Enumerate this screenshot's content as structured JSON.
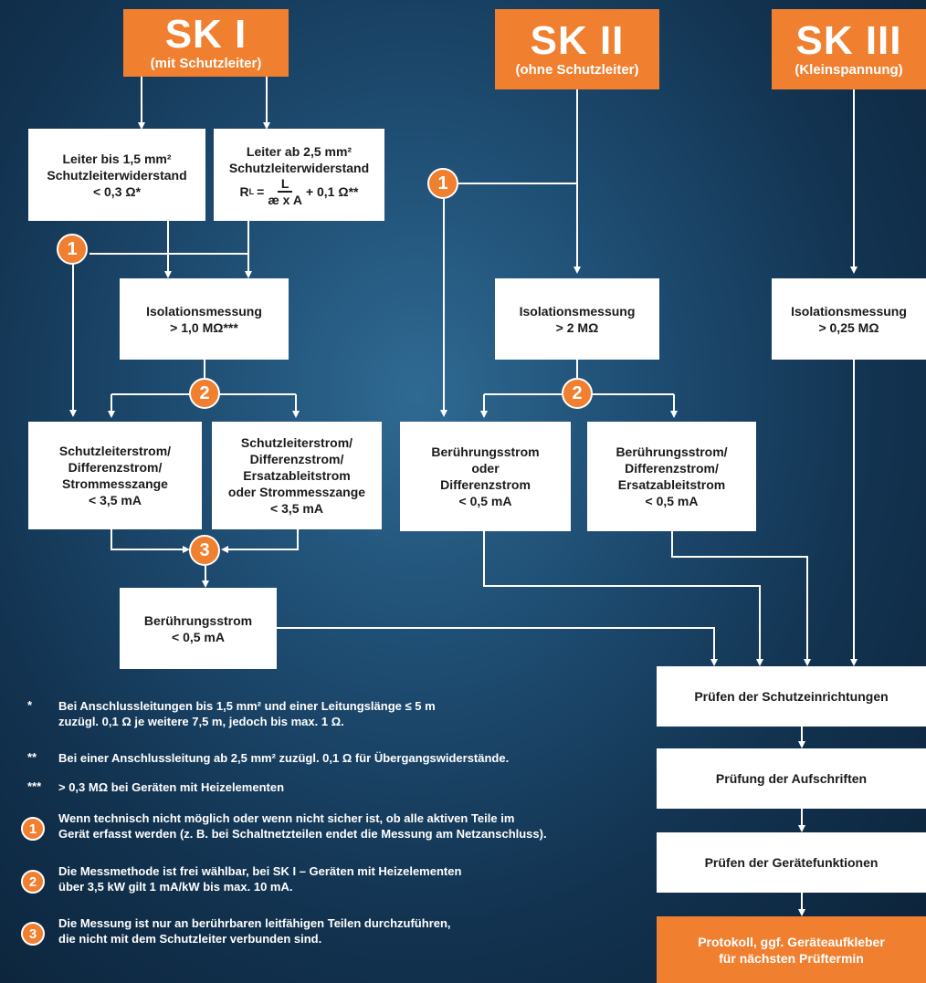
{
  "headers": {
    "sk1": {
      "title": "SK I",
      "sub": "(mit Schutzleiter)"
    },
    "sk2": {
      "title": "SK II",
      "sub": "(ohne Schutzleiter)"
    },
    "sk3": {
      "title": "SK III",
      "sub": "(Kleinspannung)"
    }
  },
  "boxes": {
    "leiter1": [
      "Leiter bis 1,5 mm²",
      "Schutzleiterwiderstand",
      "< 0,3 Ω*"
    ],
    "leiter2": {
      "l1": "Leiter ab 2,5 mm²",
      "l2": "Schutzleiterwiderstand",
      "rl": "R",
      "rl_sub": "L",
      "eq": "=",
      "num": "L",
      "den": "æ x A",
      "tail": "+ 0,1 Ω**"
    },
    "iso1": [
      "Isolationsmessung",
      "> 1,0 MΩ***"
    ],
    "iso2": [
      "Isolationsmessung",
      "> 2 MΩ"
    ],
    "iso3": [
      "Isolationsmessung",
      "> 0,25 MΩ"
    ],
    "sls1": [
      "Schutzleiterstrom/",
      "Differenzstrom/",
      "Strommesszange",
      "< 3,5 mA"
    ],
    "sls2": [
      "Schutzleiterstrom/",
      "Differenzstrom/",
      "Ersatzableitstrom",
      "oder Strommesszange",
      "< 3,5 mA"
    ],
    "ber1": [
      "Berührungsstrom",
      "oder",
      "Differenzstrom",
      "< 0,5 mA"
    ],
    "ber2": [
      "Berührungsstrom/",
      "Differenzstrom/",
      "Ersatzableitstrom",
      "< 0,5 mA"
    ],
    "ber3": [
      "Berührungsstrom",
      "< 0,5 mA"
    ],
    "pruef1": "Prüfen der Schutzeinrichtungen",
    "pruef2": "Prüfung der Aufschriften",
    "pruef3": "Prüfen der Gerätefunktionen",
    "protokoll": [
      "Protokoll, ggf. Geräteaufkleber",
      "für nächsten Prüftermin"
    ]
  },
  "badges": {
    "one": "1",
    "two": "2",
    "three": "3"
  },
  "footnotes": {
    "s1_mark": "*",
    "s1": [
      "Bei Anschlussleitungen bis 1,5 mm² und einer Leitungslänge ≤ 5 m",
      "zuzügl. 0,1 Ω je weitere 7,5 m, jedoch bis max. 1 Ω."
    ],
    "s2_mark": "**",
    "s2": "Bei einer Anschlussleitung ab 2,5 mm² zuzügl. 0,1 Ω für Übergangswiderstände.",
    "s3_mark": "***",
    "s3": "> 0,3 MΩ bei Geräten mit Heizelementen",
    "n1": [
      "Wenn technisch nicht möglich oder wenn nicht sicher ist, ob alle aktiven Teile im",
      "Gerät erfasst werden (z. B. bei Schaltnetzteilen endet die Messung am Netzanschluss)."
    ],
    "n2": [
      "Die Messmethode ist frei wählbar, bei SK I – Geräten mit Heizelementen",
      "über 3,5 kW gilt 1 mA/kW bis max. 10 mA."
    ],
    "n3": [
      "Die Messung ist nur an berührbaren leitfähigen Teilen durchzuführen,",
      "die nicht mit dem Schutzleiter verbunden sind."
    ]
  },
  "colors": {
    "accent": "#f07f2f",
    "background": "#1d4a6f",
    "box": "#ffffff"
  }
}
